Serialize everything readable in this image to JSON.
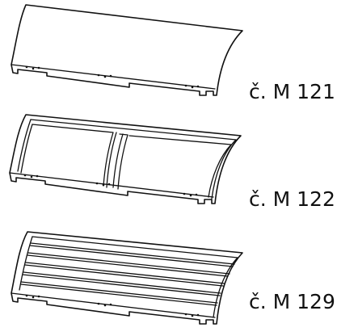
{
  "parts": [
    {
      "label": "č. M 121",
      "variant": "plain"
    },
    {
      "label": "č. M 122",
      "variant": "two-panel"
    },
    {
      "label": "č. M 129",
      "variant": "slatted"
    }
  ],
  "colors": {
    "line": "#111111",
    "background": "#ffffff"
  }
}
